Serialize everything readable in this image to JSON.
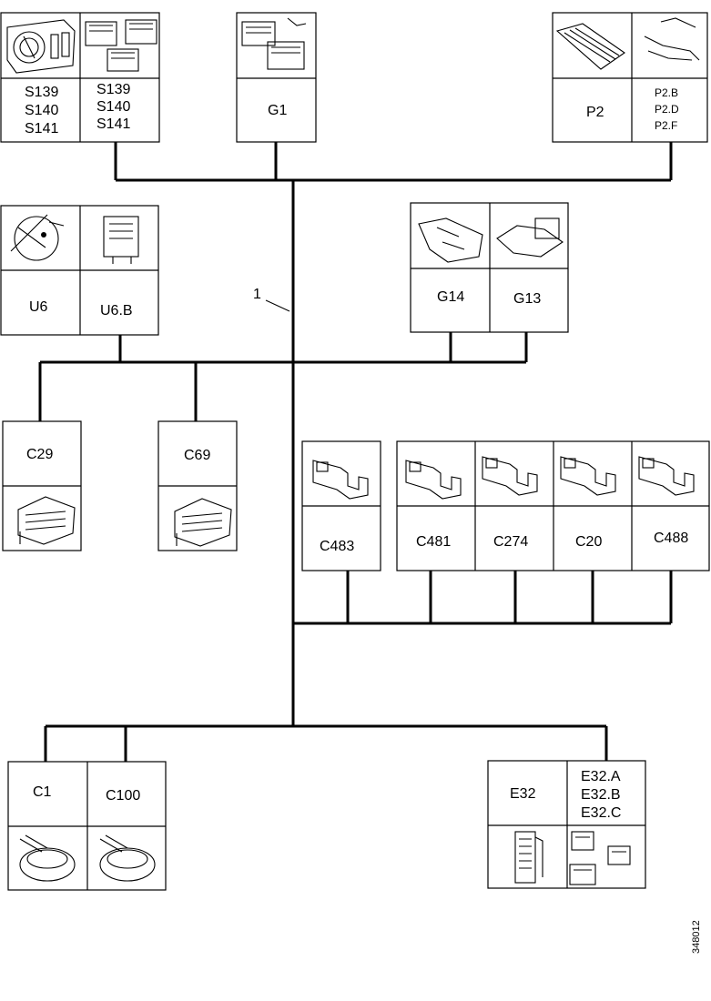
{
  "harness_label": "1",
  "figure_id": "348012",
  "connectors": {
    "switch_panel": {
      "panel_text": [
        "S139",
        "S140",
        "S141"
      ],
      "connector_text": [
        "S139",
        "S140",
        "S141"
      ]
    },
    "g1": {
      "text": "G1"
    },
    "p2": {
      "panel_text": "P2",
      "connector_text": [
        "P2.B",
        "P2.D",
        "P2.F"
      ]
    },
    "u6": {
      "left_text": "U6",
      "right_text": "U6.B"
    },
    "g14_g13": {
      "left_text": "G14",
      "right_text": "G13"
    },
    "c29": {
      "text": "C29"
    },
    "c69": {
      "text": "C69"
    },
    "c483": {
      "text": "C483"
    },
    "terminal_row": [
      "C481",
      "C274",
      "C20",
      "C488"
    ],
    "c1_c100": {
      "left_text": "C1",
      "right_text": "C100"
    },
    "e32": {
      "left_text": "E32",
      "right_text": [
        "E32.A",
        "E32.B",
        "E32.C"
      ]
    }
  }
}
